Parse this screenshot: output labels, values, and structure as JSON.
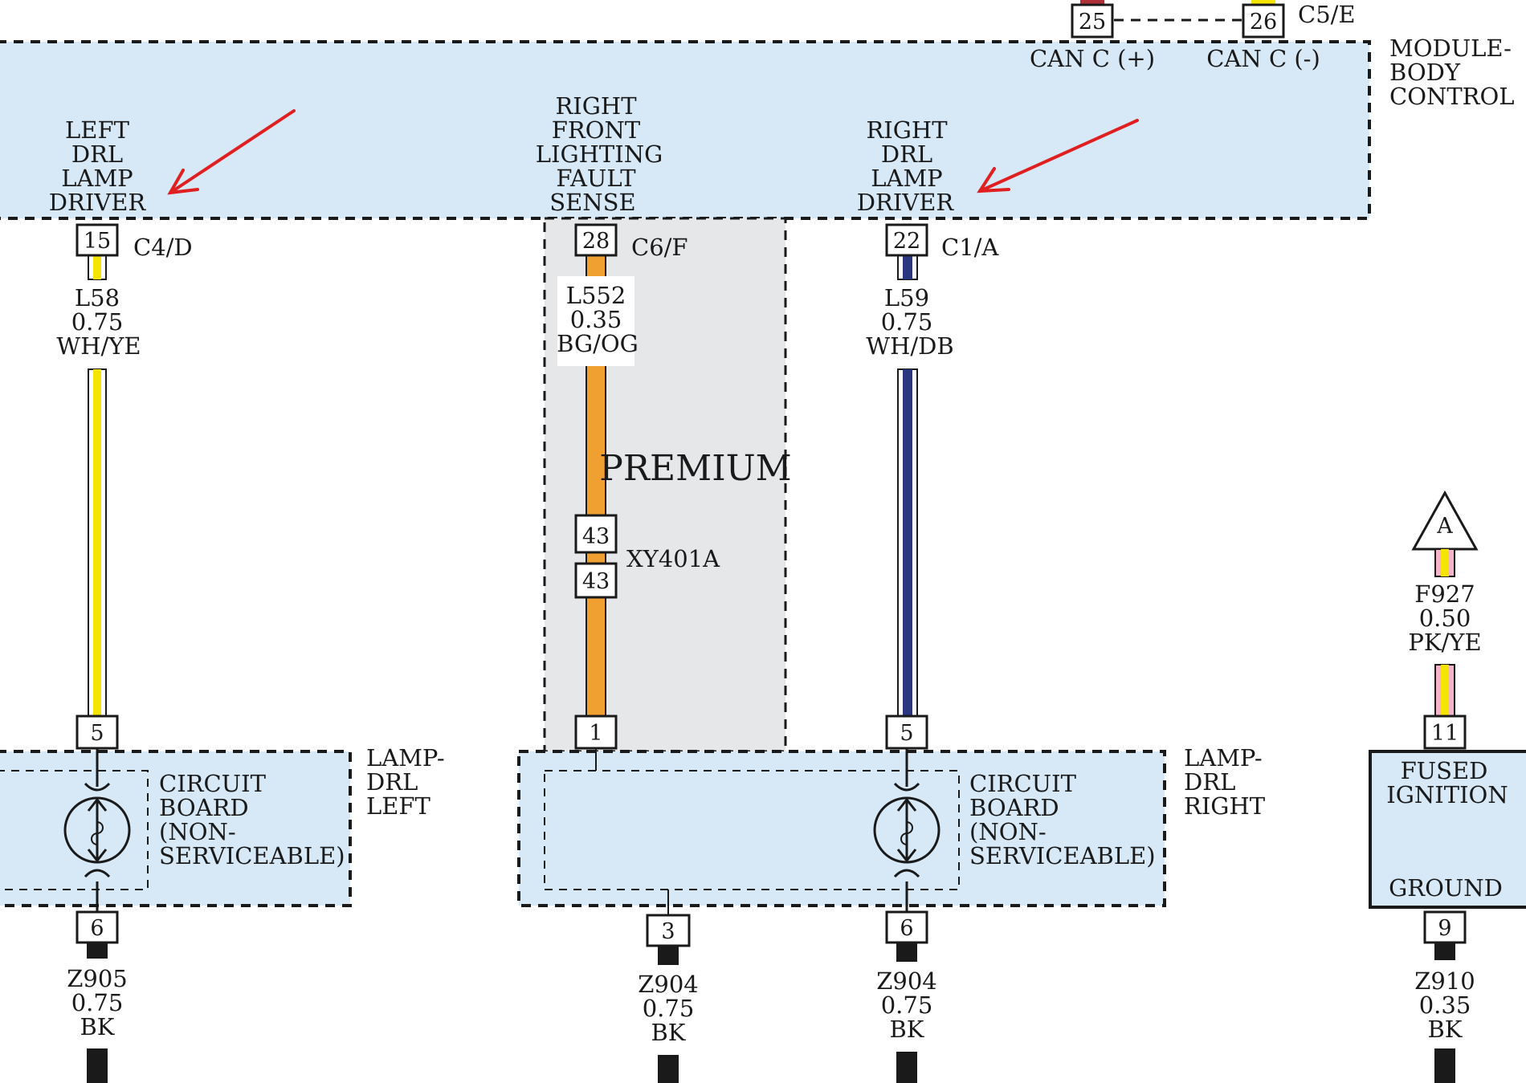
{
  "colors": {
    "module_fill": "#d7e8f6",
    "premium_fill": "#e6e7e8",
    "yellow": "#f5e400",
    "orange": "#f0a030",
    "dark_blue": "#2b3580",
    "pink": "#f3b3c8",
    "black": "#1a1a1a",
    "red_arrow": "#e02020"
  },
  "module_body_control": {
    "name_lines": [
      "MODULE-",
      "BODY",
      "CONTROL"
    ],
    "can_high": {
      "pin": "25",
      "label": "CAN C (+)"
    },
    "can_low": {
      "pin": "26",
      "label": "CAN C (-)",
      "connector": "C5/E"
    },
    "left_drl_driver": {
      "lines": [
        "LEFT",
        "DRL",
        "LAMP",
        "DRIVER"
      ],
      "pin": "15",
      "connector": "C4/D"
    },
    "fault_sense": {
      "lines": [
        "RIGHT",
        "FRONT",
        "LIGHTING",
        "FAULT",
        "SENSE"
      ],
      "pin": "28",
      "connector": "C6/F"
    },
    "right_drl_driver": {
      "lines": [
        "RIGHT",
        "DRL",
        "LAMP",
        "DRIVER"
      ],
      "pin": "22",
      "connector": "C1/A"
    }
  },
  "wires": {
    "l58": {
      "lines": [
        "L58",
        "0.75",
        "WH/YE"
      ],
      "icon": "white-yellow-wire"
    },
    "l552": {
      "lines": [
        "L552",
        "0.35",
        "BG/OG"
      ],
      "icon": "beige-orange-wire"
    },
    "l59": {
      "lines": [
        "L59",
        "0.75",
        "WH/DB"
      ],
      "icon": "white-darkblue-wire"
    },
    "f927": {
      "lines": [
        "F927",
        "0.50",
        "PK/YE"
      ],
      "icon": "pink-yellow-wire"
    },
    "z905": {
      "lines": [
        "Z905",
        "0.75",
        "BK"
      ]
    },
    "z904_a": {
      "lines": [
        "Z904",
        "0.75",
        "BK"
      ]
    },
    "z904_b": {
      "lines": [
        "Z904",
        "0.75",
        "BK"
      ]
    },
    "z910": {
      "lines": [
        "Z910",
        "0.35",
        "BK"
      ]
    }
  },
  "premium": {
    "label": "PREMIUM",
    "inline_connector": {
      "name": "XY401A",
      "pin_top": "43",
      "pin_bottom": "43"
    }
  },
  "lamp_left": {
    "name_lines": [
      "LAMP-",
      "DRL",
      "LEFT"
    ],
    "board_lines": [
      "CIRCUIT",
      "BOARD",
      "(NON-",
      "SERVICEABLE)"
    ],
    "pin_in": "5",
    "pin_out": "6"
  },
  "lamp_right": {
    "name_lines": [
      "LAMP-",
      "DRL",
      "RIGHT"
    ],
    "board_lines": [
      "CIRCUIT",
      "BOARD",
      "(NON-",
      "SERVICEABLE)"
    ],
    "pin_sense": "1",
    "pin_in": "5",
    "pin_out": "6",
    "pin_ground": "3"
  },
  "fused_ignition": {
    "lines": [
      "FUSED",
      "IGNITION"
    ],
    "ground_label": "GROUND",
    "connector_ref": "A",
    "pin_in": "11",
    "pin_out": "9"
  }
}
